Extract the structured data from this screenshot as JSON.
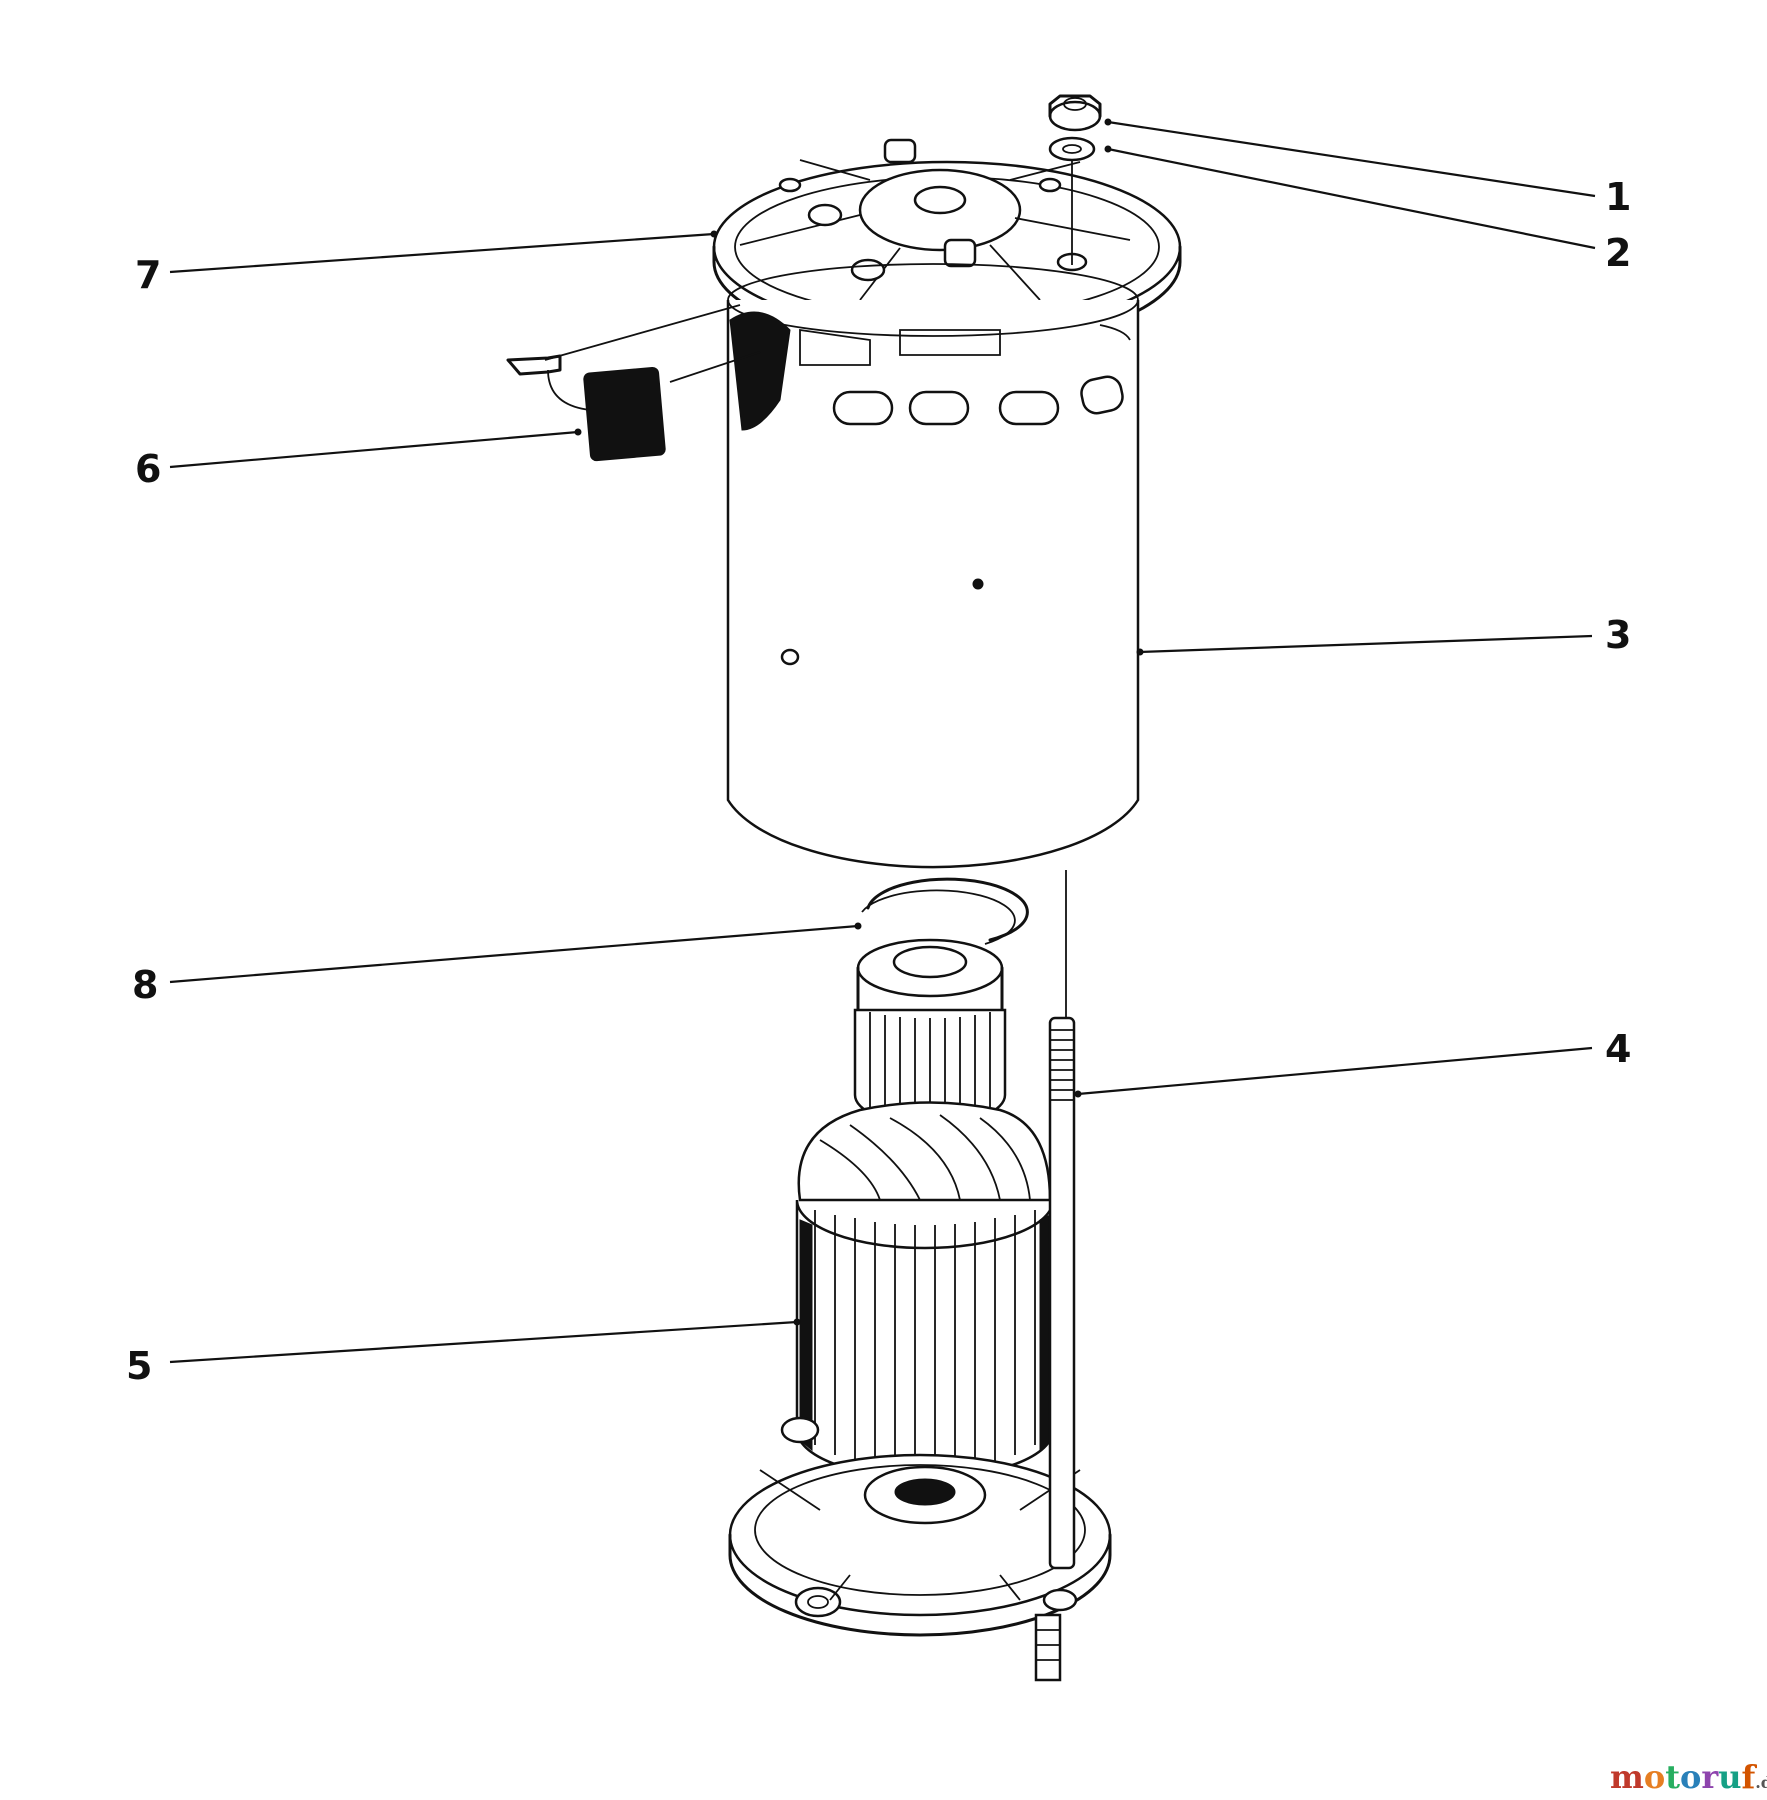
{
  "callouts": [
    {
      "number": "1"
    },
    {
      "number": "2"
    },
    {
      "number": "3"
    },
    {
      "number": "4"
    },
    {
      "number": "5"
    },
    {
      "number": "6"
    },
    {
      "number": "7"
    },
    {
      "number": "8"
    }
  ],
  "watermark": {
    "letters": [
      "m",
      "o",
      "t",
      "o",
      "r",
      "u",
      "f"
    ],
    "suffix": ".de"
  }
}
